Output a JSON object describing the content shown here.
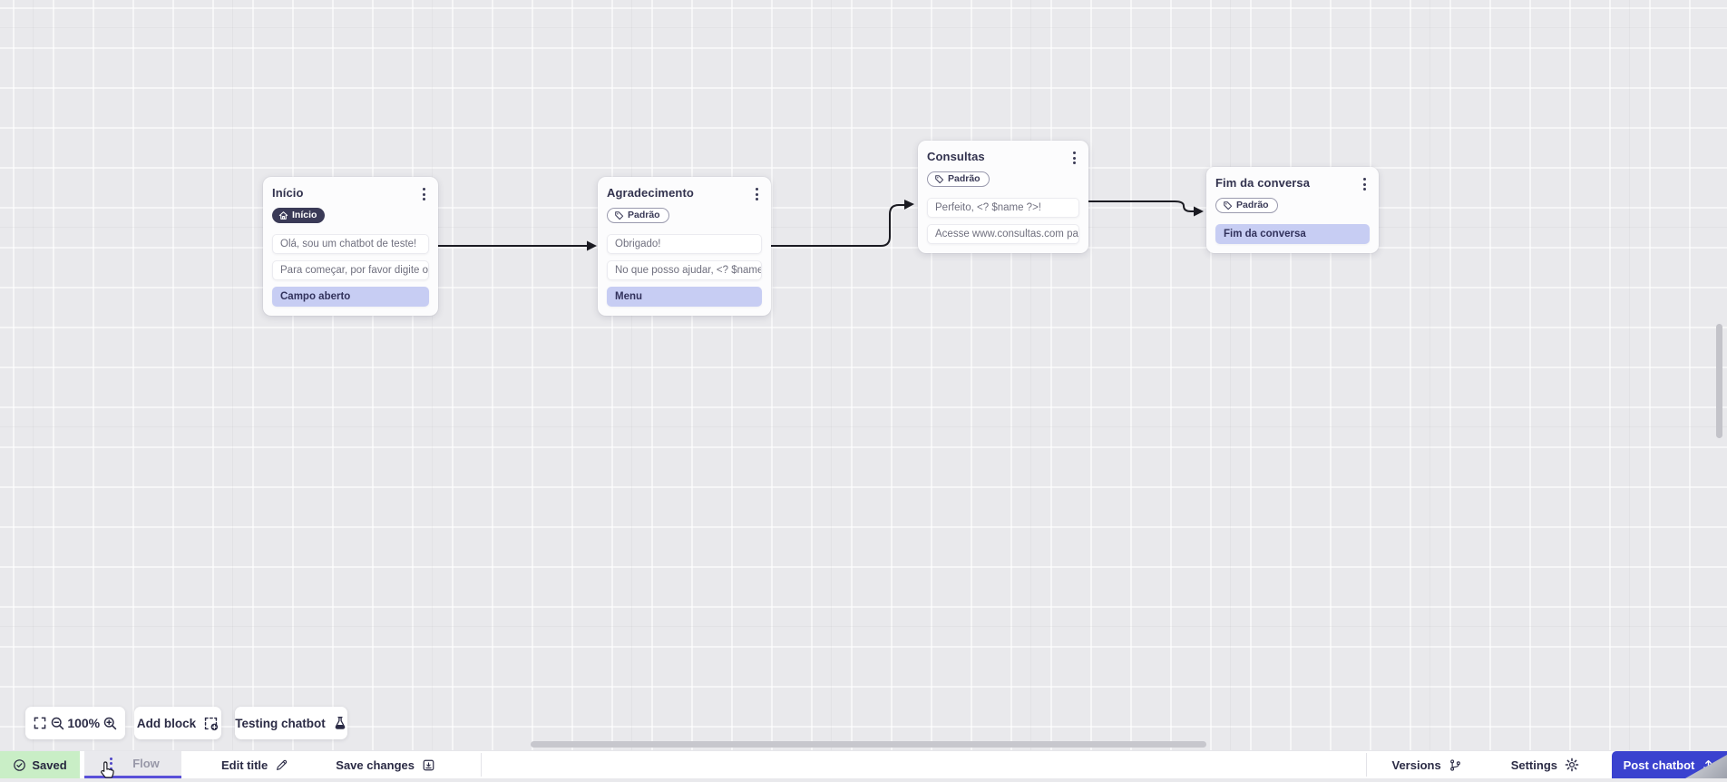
{
  "canvas": {
    "nodes": [
      {
        "title": "Início",
        "badge": {
          "label": "Início",
          "icon": "home-icon",
          "style": "dark"
        },
        "rows": [
          {
            "text": "Olá, sou um chatbot de teste!",
            "variant": "message"
          },
          {
            "text": "Para começar, por favor digite o ...",
            "variant": "message"
          },
          {
            "text": "Campo aberto",
            "variant": "highlight"
          }
        ]
      },
      {
        "title": "Agradecimento",
        "badge": {
          "label": "Padrão",
          "icon": "tag-icon",
          "style": "outline"
        },
        "rows": [
          {
            "text": "Obrigado!",
            "variant": "message"
          },
          {
            "text": "No que posso ajudar, <? $name ...",
            "variant": "message"
          },
          {
            "text": "Menu",
            "variant": "highlight"
          }
        ]
      },
      {
        "title": "Consultas",
        "badge": {
          "label": "Padrão",
          "icon": "tag-icon",
          "style": "outline"
        },
        "rows": [
          {
            "text": "Perfeito, <? $name ?>!",
            "variant": "message"
          },
          {
            "text": "Acesse www.consultas.com par...",
            "variant": "message"
          }
        ]
      },
      {
        "title": "Fim da conversa",
        "badge": {
          "label": "Padrão",
          "icon": "tag-icon",
          "style": "outline"
        },
        "rows": [
          {
            "text": "Fim da conversa",
            "variant": "highlight"
          }
        ]
      }
    ],
    "connections": [
      {
        "from": "Início",
        "to": "Agradecimento"
      },
      {
        "from": "Agradecimento",
        "to": "Consultas"
      },
      {
        "from": "Consultas",
        "to": "Fim da conversa"
      }
    ]
  },
  "toolbar": {
    "zoom_value": "100%",
    "fullscreen_icon": "fullscreen-icon",
    "zoom_out_icon": "zoom-out-icon",
    "zoom_in_icon": "zoom-in-icon",
    "add_block_label": "Add block",
    "testing_label": "Testing chatbot"
  },
  "statusbar": {
    "saved_label": "Saved",
    "flow_tab_label": "Flow",
    "edit_title_label": "Edit title",
    "save_changes_label": "Save changes",
    "versions_label": "Versions",
    "settings_label": "Settings",
    "post_button_label": "Post chatbot"
  },
  "colors": {
    "canvas_bg": "#e9e9ec",
    "accent_purple": "#5a50d8",
    "post_button_blue": "#3a42cf",
    "saved_green_bg": "#c9eec6",
    "highlight_lavender": "#c7cdf3",
    "dark_badge": "#3a3a57",
    "title_text": "#32324e",
    "row_text": "#70707f",
    "wire_black": "#1b1b22"
  }
}
